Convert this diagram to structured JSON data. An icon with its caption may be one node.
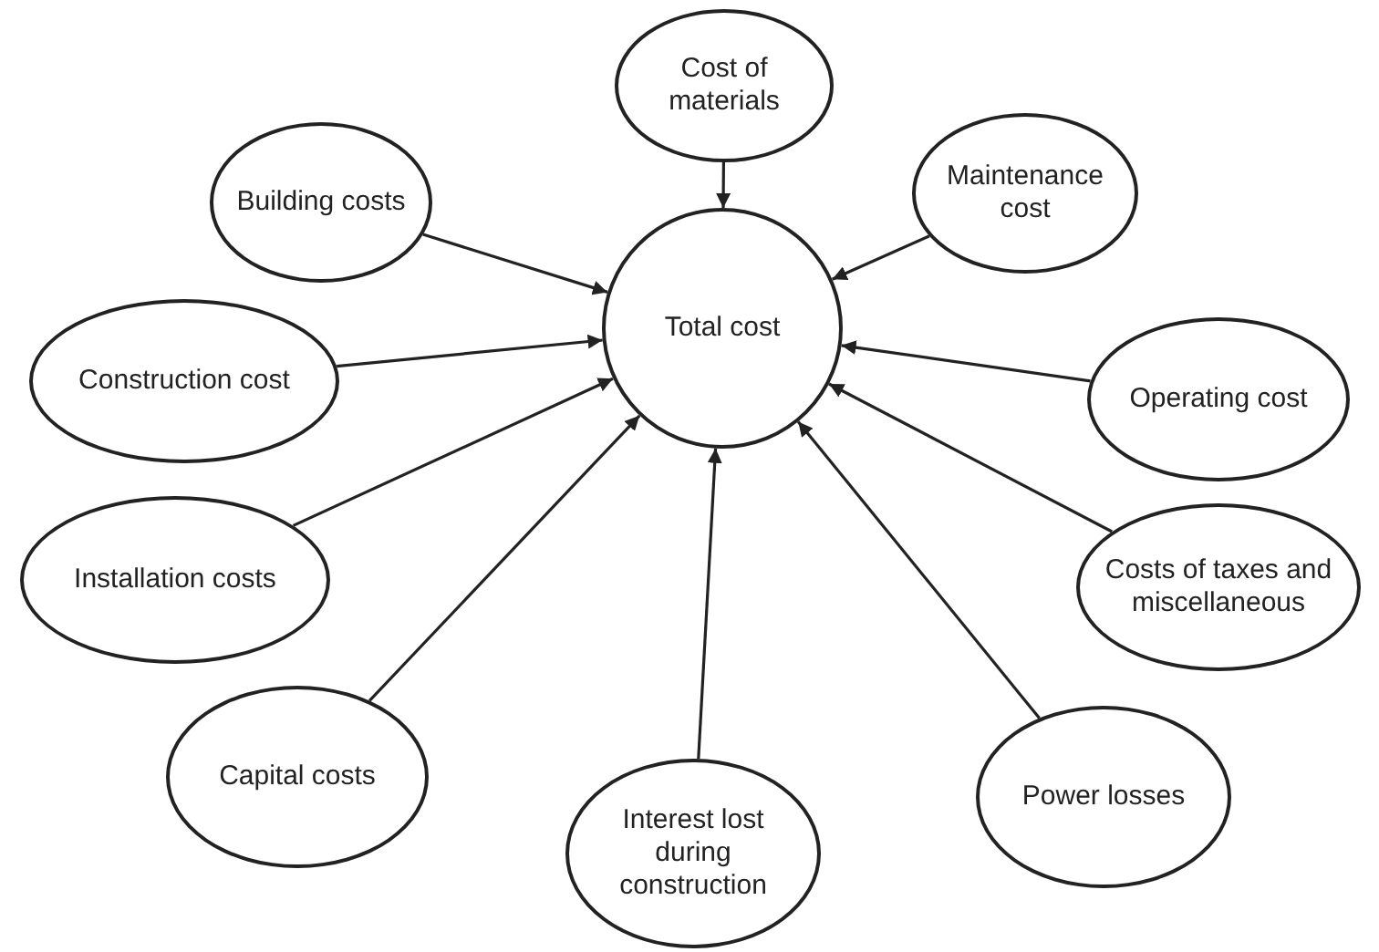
{
  "diagram": {
    "nodes": [
      {
        "text": [
          "Cost of materials"
        ]
      },
      {
        "text": [
          "Building costs"
        ]
      },
      {
        "text": [
          "Maintenance cost"
        ]
      },
      {
        "text": [
          "Construction cost"
        ]
      },
      {
        "text": [
          "Total cost"
        ]
      },
      {
        "text": [
          "Operating cost"
        ]
      },
      {
        "text": [
          "Installation costs"
        ]
      },
      {
        "text": [
          "Costs of taxes and miscellaneous"
        ]
      },
      {
        "text": [
          "Capital costs"
        ]
      },
      {
        "text": [
          "Power losses"
        ]
      },
      {
        "text": [
          "Interest lost during construction"
        ]
      }
    ],
    "edges": [
      {
        "from": 0,
        "to": 4,
        "arrow": "to"
      },
      {
        "from": 1,
        "to": 4,
        "arrow": "to"
      },
      {
        "from": 2,
        "to": 4,
        "arrow": "to"
      },
      {
        "from": 3,
        "to": 4,
        "arrow": "to"
      },
      {
        "from": 5,
        "to": 4,
        "arrow": "to"
      },
      {
        "from": 6,
        "to": 4,
        "arrow": "to"
      },
      {
        "from": 7,
        "to": 4,
        "arrow": "to"
      },
      {
        "from": 8,
        "to": 4,
        "arrow": "to"
      },
      {
        "from": 9,
        "to": 4,
        "arrow": "to"
      },
      {
        "from": 10,
        "to": 4,
        "arrow": "to"
      }
    ]
  }
}
